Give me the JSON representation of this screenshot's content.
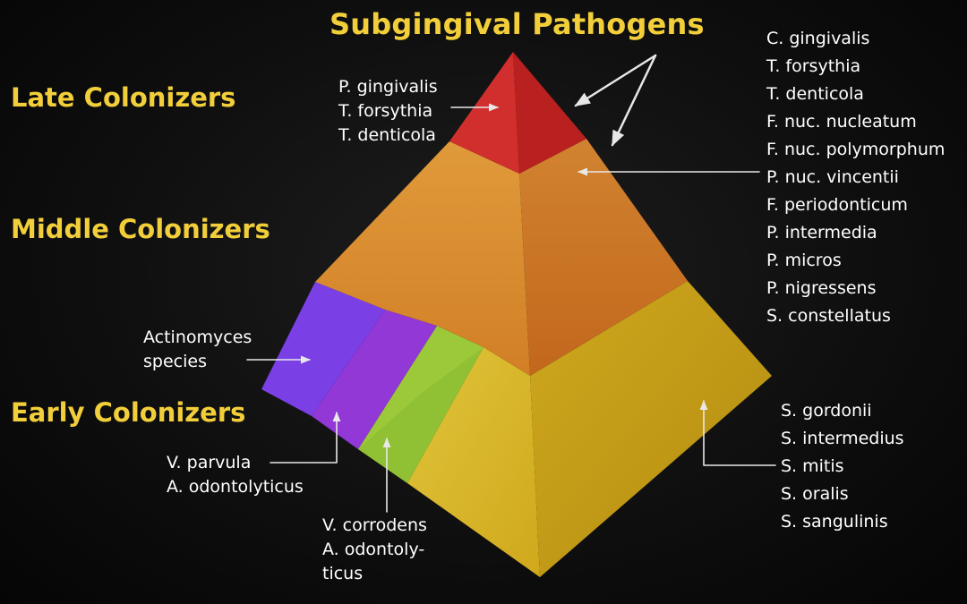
{
  "title": "Subgingival  Pathogens",
  "tiers": {
    "late": "Late Colonizers",
    "middle": "Middle Colonizers",
    "early": "Early Colonizers"
  },
  "labels": {
    "late_group": [
      "P. gingivalis",
      "T. forsythia",
      "T. denticola"
    ],
    "middle_group": [
      "C. gingivalis",
      "T. forsythia",
      "T. denticola",
      "F. nuc. nucleatum",
      "F. nuc. polymorphum",
      "P. nuc. vincentii",
      "F. periodonticum",
      "P. intermedia",
      "P. micros",
      "P. nigressens",
      "S. constellatus"
    ],
    "actinomyces": [
      "Actinomyces",
      "species"
    ],
    "veillonella": [
      "V. parvula",
      "A. odontolyticus"
    ],
    "capnocytophaga": [
      "V. corrodens",
      "A. odontoly-",
      "ticus"
    ],
    "streptococci": [
      "S. gordonii",
      "S. intermedius",
      "S. mitis",
      "S. oralis",
      "S. sangulinis"
    ]
  },
  "colors": {
    "title": "#f2cf3a",
    "late_tier": "#c7282a",
    "middle_tier": "#d98a2e",
    "purple_tier": "#8a3fe0",
    "green_tier": "#9ccc3c",
    "yellow_tier": "#d6b828",
    "arrow": "#e8e8e8"
  }
}
